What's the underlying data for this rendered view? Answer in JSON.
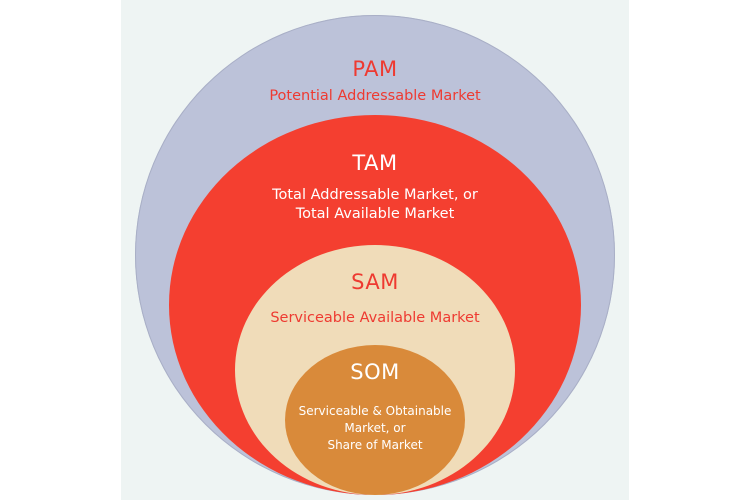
{
  "rings": {
    "pam": {
      "title": "PAM",
      "description": "Potential Addressable Market",
      "fill": "#bcc2d9"
    },
    "tam": {
      "title": "TAM",
      "description_line1": "Total Addressable Market, or",
      "description_line2": "Total Available Market",
      "fill": "#f43f30"
    },
    "sam": {
      "title": "SAM",
      "description": "Serviceable Available Market",
      "fill": "#f0dcb9"
    },
    "som": {
      "title": "SOM",
      "description_line1": "Serviceable & Obtainable",
      "description_line2": "Market, or",
      "description_line3": "Share of Market",
      "fill": "#d98a3a"
    }
  },
  "colors": {
    "panel_background": "#eef4f3",
    "label_red": "#ee3a31",
    "label_white": "#ffffff"
  }
}
